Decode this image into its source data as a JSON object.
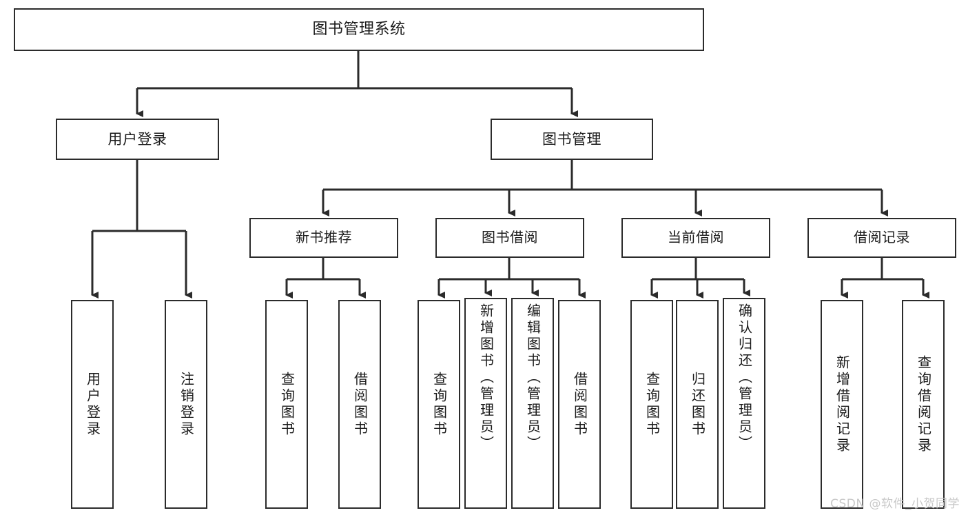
{
  "diagram": {
    "title": "图书管理系统",
    "type": "tree",
    "background": "#ffffff",
    "line_color": "#2b2b2b",
    "text_color": "#1b1b1b"
  },
  "root": {
    "label": "图书管理系统"
  },
  "level2": [
    {
      "label": "用户登录"
    },
    {
      "label": "图书管理"
    }
  ],
  "level3": [
    {
      "label": "新书推荐"
    },
    {
      "label": "图书借阅"
    },
    {
      "label": "当前借阅"
    },
    {
      "label": "借阅记录"
    }
  ],
  "leaves": {
    "user_login": [
      {
        "label": "用户登录"
      },
      {
        "label": "注销登录"
      }
    ],
    "new_book_recommend": [
      {
        "label": "查询图书"
      },
      {
        "label": "借阅图书"
      }
    ],
    "book_borrow": [
      {
        "label": "查询图书"
      },
      {
        "label": "新增图书（管理员）"
      },
      {
        "label": "编辑图书（管理员）"
      },
      {
        "label": "借阅图书"
      }
    ],
    "current_borrow": [
      {
        "label": "查询图书"
      },
      {
        "label": "归还图书"
      },
      {
        "label": "确认归还（管理员）"
      }
    ],
    "borrow_record": [
      {
        "label": "新增借阅记录"
      },
      {
        "label": "查询借阅记录"
      }
    ]
  },
  "watermark": {
    "text": "CSDN @软件_小贺同学",
    "color": "#c8c8c8"
  }
}
